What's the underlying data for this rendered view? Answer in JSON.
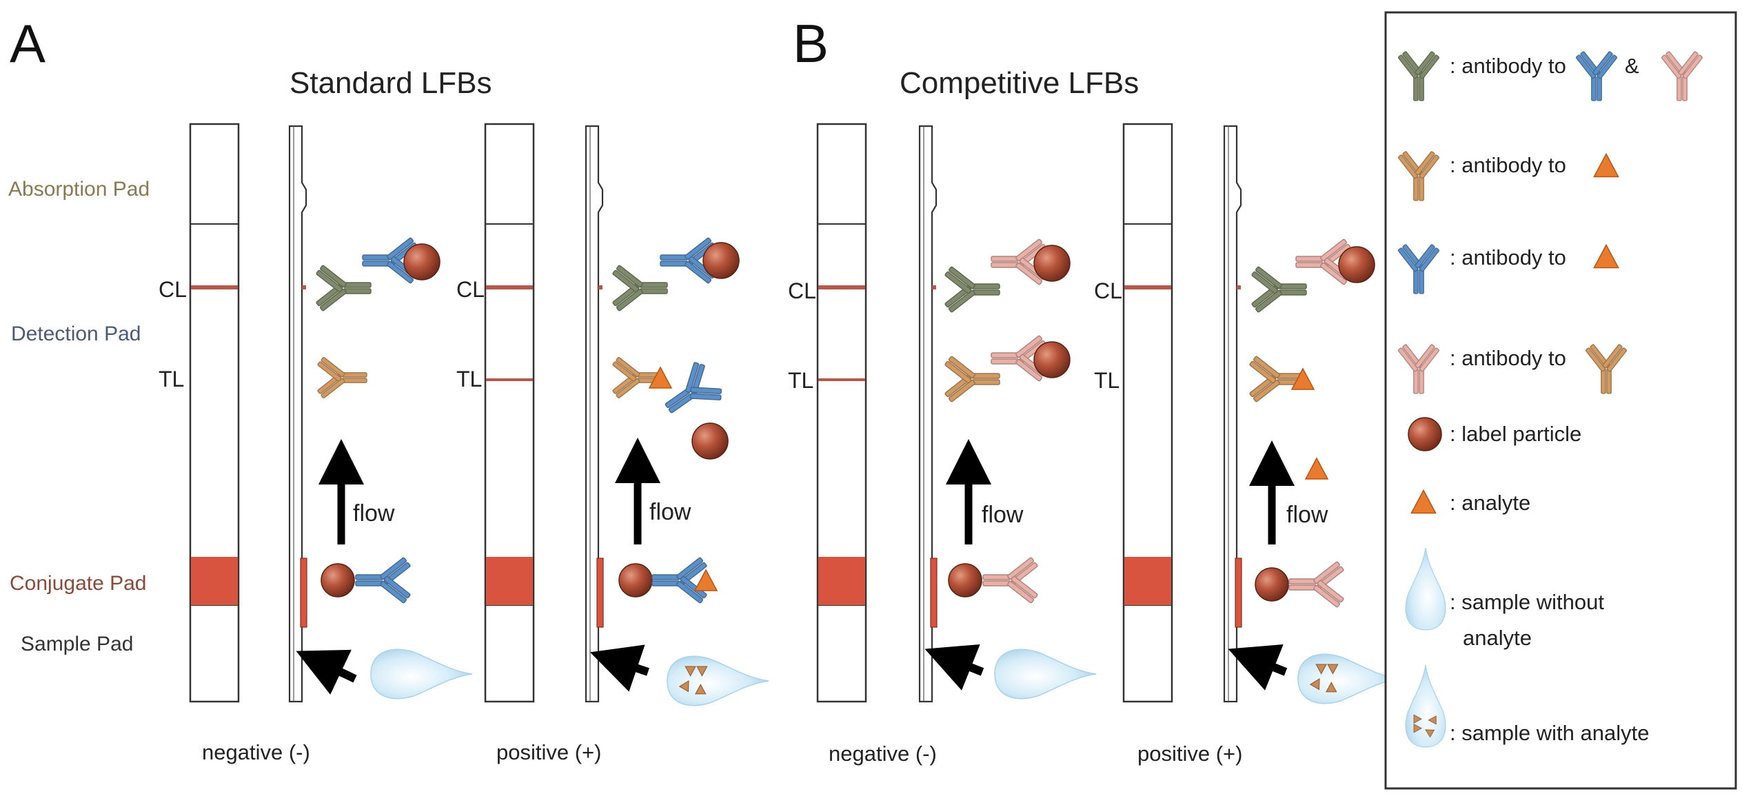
{
  "panels": {
    "a": {
      "letter": "A",
      "title": "Standard  LFBs",
      "negative_caption": "negative (-)",
      "positive_caption": "positive (+)"
    },
    "b": {
      "letter": "B",
      "title": "Competitive  LFBs",
      "negative_caption": "negative (-)",
      "positive_caption": "positive (+)"
    }
  },
  "pads": {
    "absorption": "Absorption Pad",
    "detection": "Detection Pad",
    "conjugate": "Conjugate Pad",
    "sample": "Sample Pad"
  },
  "line_labels": {
    "control": "CL",
    "test": "TL"
  },
  "flow_label": "flow",
  "legend": {
    "items": [
      {
        "text": ": antibody to",
        "extra": "&"
      },
      {
        "text": ": antibody to"
      },
      {
        "text": ": antibody to"
      },
      {
        "text": ": antibody to"
      },
      {
        "text": ": label particle"
      },
      {
        "text": ": analyte"
      },
      {
        "text": ": sample without",
        "text2": "analyte"
      },
      {
        "text": ": sample with analyte"
      }
    ]
  },
  "colors": {
    "antibody_green": "#7f8a6b",
    "antibody_blue": "#5b8fc7",
    "antibody_tan": "#d19a62",
    "antibody_pink": "#e9b0a8",
    "particle": "#a8452c",
    "analyte": "#e87b2e",
    "conjugate_pad": "#d9543f",
    "line": "#b5574a",
    "droplet": "#bfe0f2",
    "absorption_text": "#8a7a50",
    "detection_text": "#4b5a78",
    "conjugate_text": "#8a4a3a",
    "sample_text": "#333333"
  }
}
